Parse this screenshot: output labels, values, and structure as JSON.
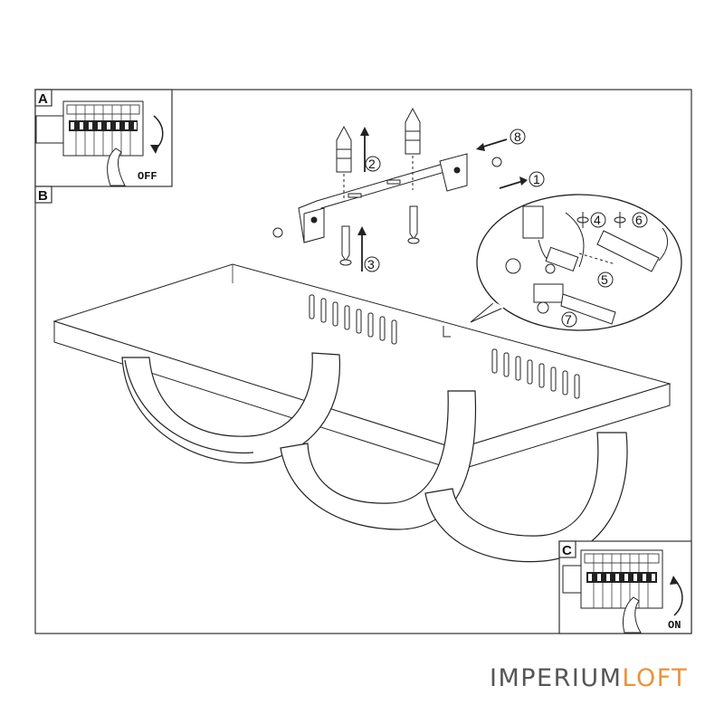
{
  "panels": {
    "a_label": "A",
    "b_label": "B",
    "c_label": "C"
  },
  "panel_a": {
    "switch_text": "OFF"
  },
  "panel_c": {
    "switch_text": "ON"
  },
  "steps": {
    "s1": "1",
    "s2": "2",
    "s3": "3",
    "s4": "4",
    "s5": "5",
    "s6": "6",
    "s7": "7",
    "s8": "8"
  },
  "watermark": {
    "part1": "IMPERIUM",
    "part2": "LOFT"
  },
  "colors": {
    "line": "#222222",
    "watermark_gray": "#555555",
    "watermark_orange": "#e8943a"
  }
}
